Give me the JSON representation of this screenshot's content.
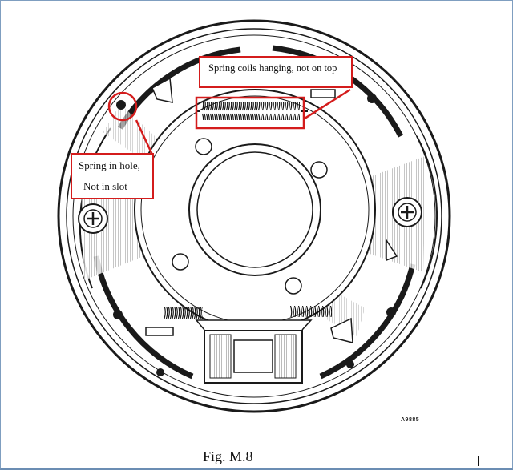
{
  "callouts": {
    "spring_coils": "Spring coils hanging,  not on top",
    "spring_hole_line1": "Spring in hole,",
    "spring_hole_line2": "Not in slot"
  },
  "caption": "Fig. M.8",
  "reference_code": "A9885",
  "colors": {
    "callout_border": "#d41c1c",
    "drawing": "#1a1a1a",
    "frame": "#7f9ec0"
  }
}
